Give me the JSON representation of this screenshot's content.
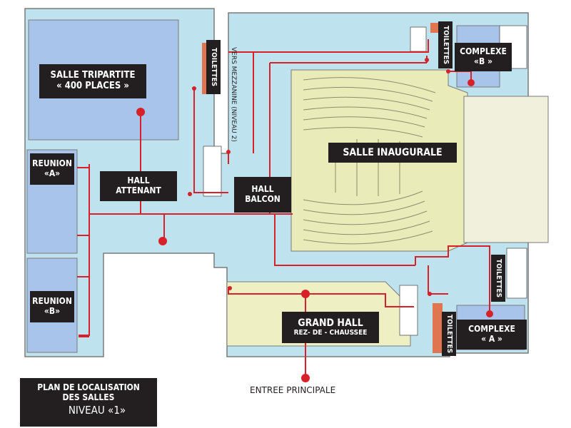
{
  "rooms": {
    "salle_tripartite": {
      "line1": "SALLE TRIPARTITE",
      "line2": "« 400 PLACES »"
    },
    "reunion_a": {
      "line1": "REUNION",
      "line2": "«A»"
    },
    "reunion_b": {
      "line1": "REUNION",
      "line2": "«B»"
    },
    "hall_attenant": {
      "line1": "HALL",
      "line2": "ATTENANT"
    },
    "hall_balcon": {
      "line1": "HALL",
      "line2": "BALCON"
    },
    "salle_inaugurale": {
      "line1": "SALLE INAUGURALE"
    },
    "grand_hall": {
      "line1": "GRAND HALL",
      "line2": "REZ- DE - CHAUSSEE"
    },
    "complexe_a": {
      "line1": "COMPLEXE",
      "line2": "« A »"
    },
    "complexe_b": {
      "line1": "COMPLEXE",
      "line2": "«B »"
    }
  },
  "toilettes": {
    "top_left": "TOILETTES",
    "top_right": "TOILETTES",
    "right_middle": "TOILETTES",
    "bottom": "TOILETTES"
  },
  "mezzanine_note": "VERS MEZZANINE (NIVEAU 2)",
  "entrance": "ENTREE PRINCIPALE",
  "legend": {
    "line1": "PLAN DE LOCALISATION",
    "line2": "DES SALLES",
    "line3": "NIVEAU «1»"
  },
  "colors": {
    "hall_blue": "#bfe3ee",
    "room_blue": "#a9c4ea",
    "auditorium_yellow": "#e9ecb8",
    "grand_hall_yellow": "#eef0c3",
    "route_red": "#d72027",
    "label_dark": "#231f20",
    "toilet_orange": "#e07650"
  }
}
